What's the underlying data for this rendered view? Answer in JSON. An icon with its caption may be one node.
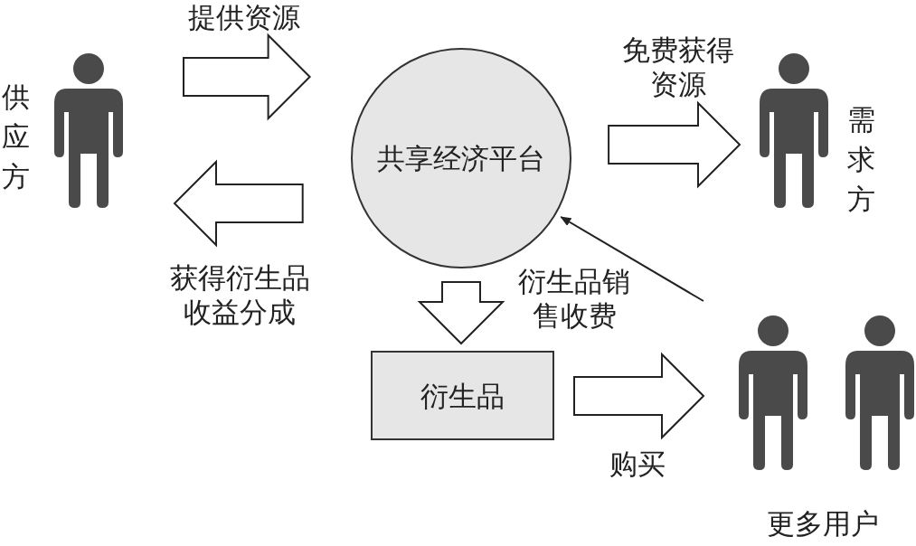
{
  "diagram": {
    "nodes": [
      {
        "text": [],
        "shape": "person",
        "beside": [
          "供应方"
        ]
      },
      {
        "text": [
          "共享经济平台"
        ]
      },
      {
        "text": [],
        "shape": "person",
        "beside": [
          "需求方"
        ]
      },
      {
        "text": [
          "衍生品"
        ]
      },
      {
        "text": [],
        "shape": "person",
        "beside": [
          "更多用户"
        ]
      }
    ],
    "edges": [
      {
        "from": 0,
        "to": 1,
        "arrow": "to",
        "label": "提供资源",
        "style": "thick"
      },
      {
        "from": 1,
        "to": 0,
        "arrow": "to",
        "label": "获得衍生品收益分成",
        "style": "thick"
      },
      {
        "from": 1,
        "to": 2,
        "arrow": "to",
        "label": "免费获得资源",
        "style": "thick"
      },
      {
        "from": 1,
        "to": 3,
        "arrow": "to",
        "style": "thick"
      },
      {
        "from": 3,
        "to": 4,
        "arrow": "to",
        "label": "购买",
        "style": "thick"
      },
      {
        "from": 4,
        "to": 1,
        "arrow": "to",
        "label": "衍生品销售收费"
      }
    ]
  }
}
